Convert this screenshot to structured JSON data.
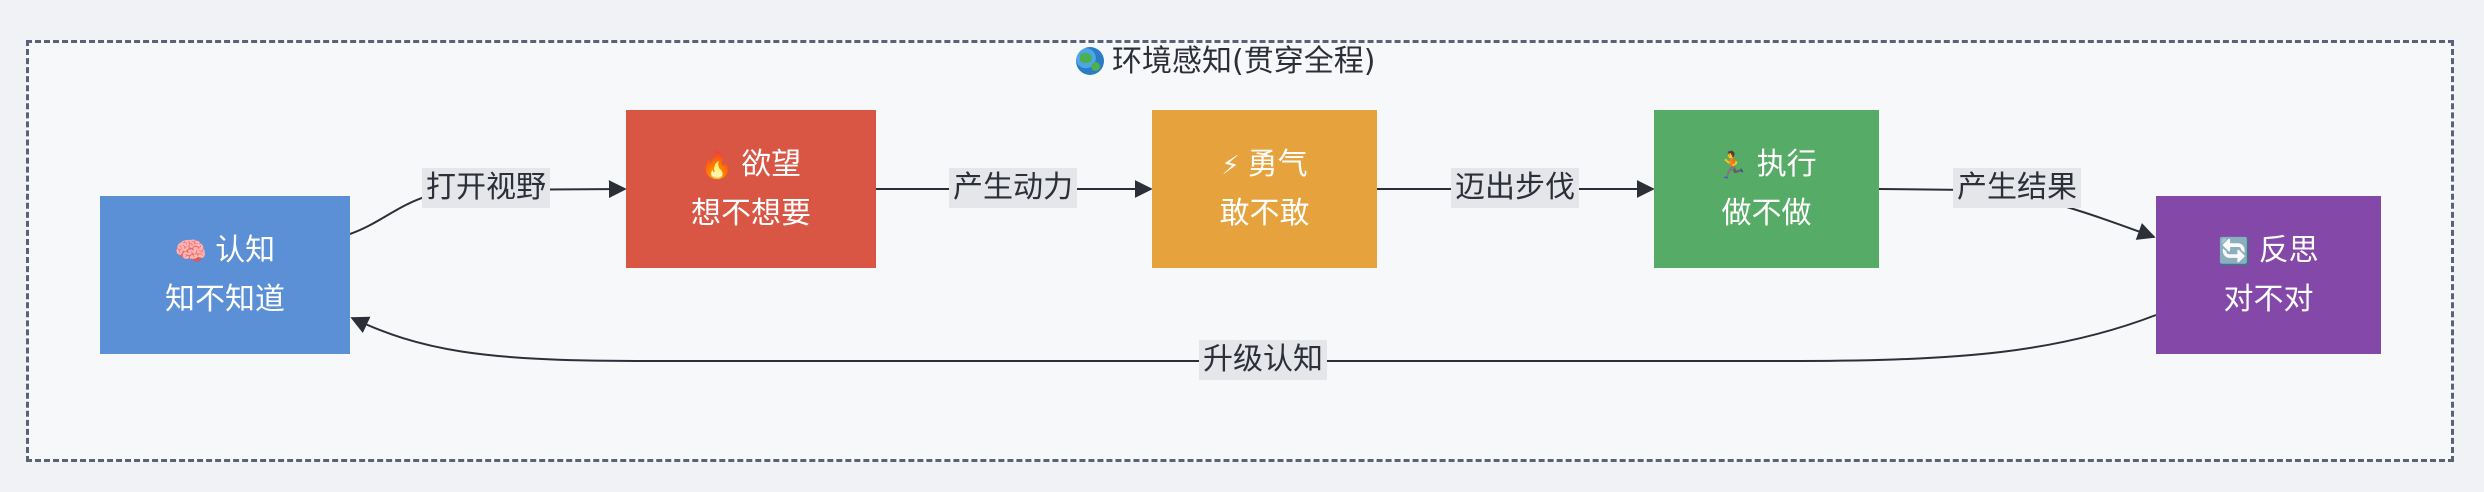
{
  "frame": {
    "title": "环境感知(贯穿全程)",
    "title_icon": "globe-icon"
  },
  "nodes": [
    {
      "id": "cognition",
      "icon_name": "brain-icon",
      "icon": "🧠",
      "title": "认知",
      "subtitle": "知不知道",
      "color": "#5b8fd6"
    },
    {
      "id": "desire",
      "icon_name": "fire-icon",
      "icon": "🔥",
      "title": "欲望",
      "subtitle": "想不想要",
      "color": "#d95544"
    },
    {
      "id": "courage",
      "icon_name": "lightning-icon",
      "icon": "⚡",
      "title": "勇气",
      "subtitle": "敢不敢",
      "color": "#e6a23c"
    },
    {
      "id": "action",
      "icon_name": "runner-icon",
      "icon": "🏃",
      "title": "执行",
      "subtitle": "做不做",
      "color": "#56ab66"
    },
    {
      "id": "reflection",
      "icon_name": "cycle-icon",
      "icon": "🔄",
      "title": "反思",
      "subtitle": "对不对",
      "color": "#8448a8"
    }
  ],
  "edges": [
    {
      "from": "cognition",
      "to": "desire",
      "label": "打开视野"
    },
    {
      "from": "desire",
      "to": "courage",
      "label": "产生动力"
    },
    {
      "from": "courage",
      "to": "action",
      "label": "迈出步伐"
    },
    {
      "from": "action",
      "to": "reflection",
      "label": "产生结果"
    },
    {
      "from": "reflection",
      "to": "cognition",
      "label": "升级认知"
    }
  ]
}
